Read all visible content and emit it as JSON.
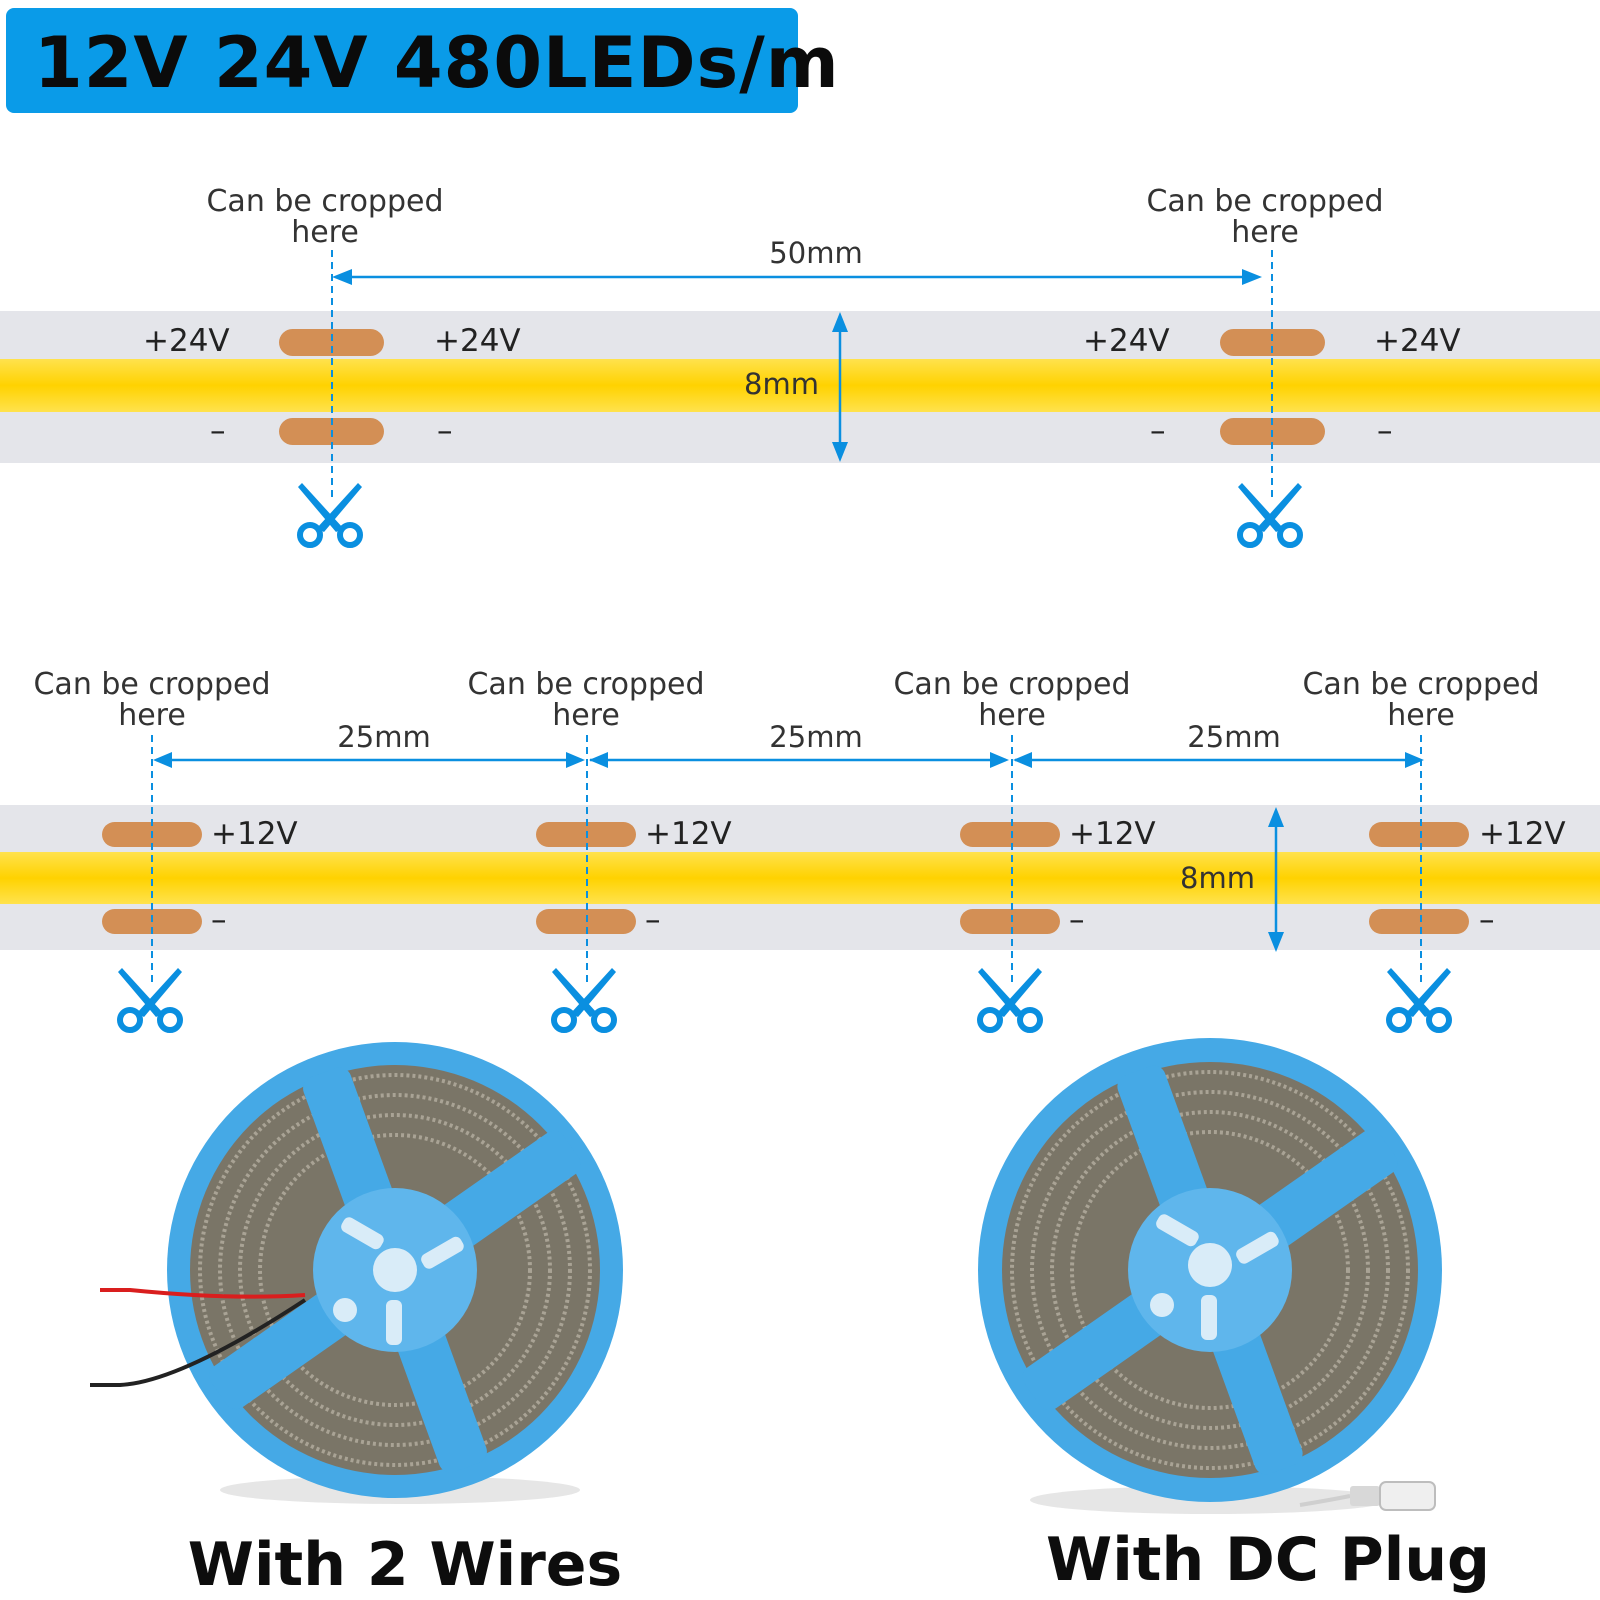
{
  "title": "12V 24V 480LEDs/m",
  "crop_label": "Can be cropped\nhere",
  "strip_24v": {
    "spacing": "50mm",
    "width": "8mm",
    "positive": "+24V",
    "negative": "–"
  },
  "strip_12v": {
    "spacing": "25mm",
    "width": "8mm",
    "positive": "+12V",
    "negative": "–"
  },
  "reels": {
    "left_caption": "With 2 Wires",
    "right_caption": "With DC Plug"
  },
  "colors": {
    "accent_blue": "#0a9be8",
    "strip_yellow": "#ffd200",
    "pad_copper": "#d38f55",
    "reel_blue": "#45a9e6"
  },
  "icons": [
    "scissors-icon",
    "double-arrow-icon"
  ]
}
